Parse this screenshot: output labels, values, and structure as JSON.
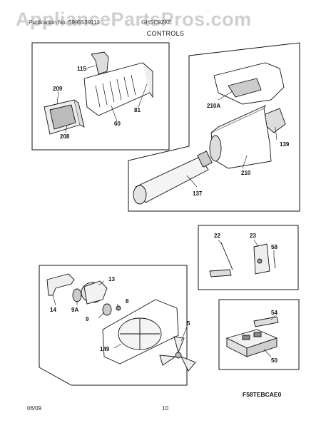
{
  "header": {
    "watermark": "AppliancePartsPros.com",
    "left_text": "Publication  No. 5995539113",
    "model_text": "GHSC9ZKE"
  },
  "section_title": "CONTROLS",
  "parts": {
    "p115": "115",
    "p209": "209",
    "p81": "81",
    "p60": "60",
    "p208": "208",
    "p210A": "210A",
    "p139": "139",
    "p210": "210",
    "p137": "137",
    "p22": "22",
    "p23": "23",
    "p58": "58",
    "p13": "13",
    "p14": "14",
    "p9A": "9A",
    "p8": "8",
    "p9": "9",
    "p5": "5",
    "p149": "149",
    "p54": "54",
    "p50": "50"
  },
  "diagram_code": "F58TEBCAE0",
  "footer": {
    "date": "06/09",
    "page": "10"
  }
}
